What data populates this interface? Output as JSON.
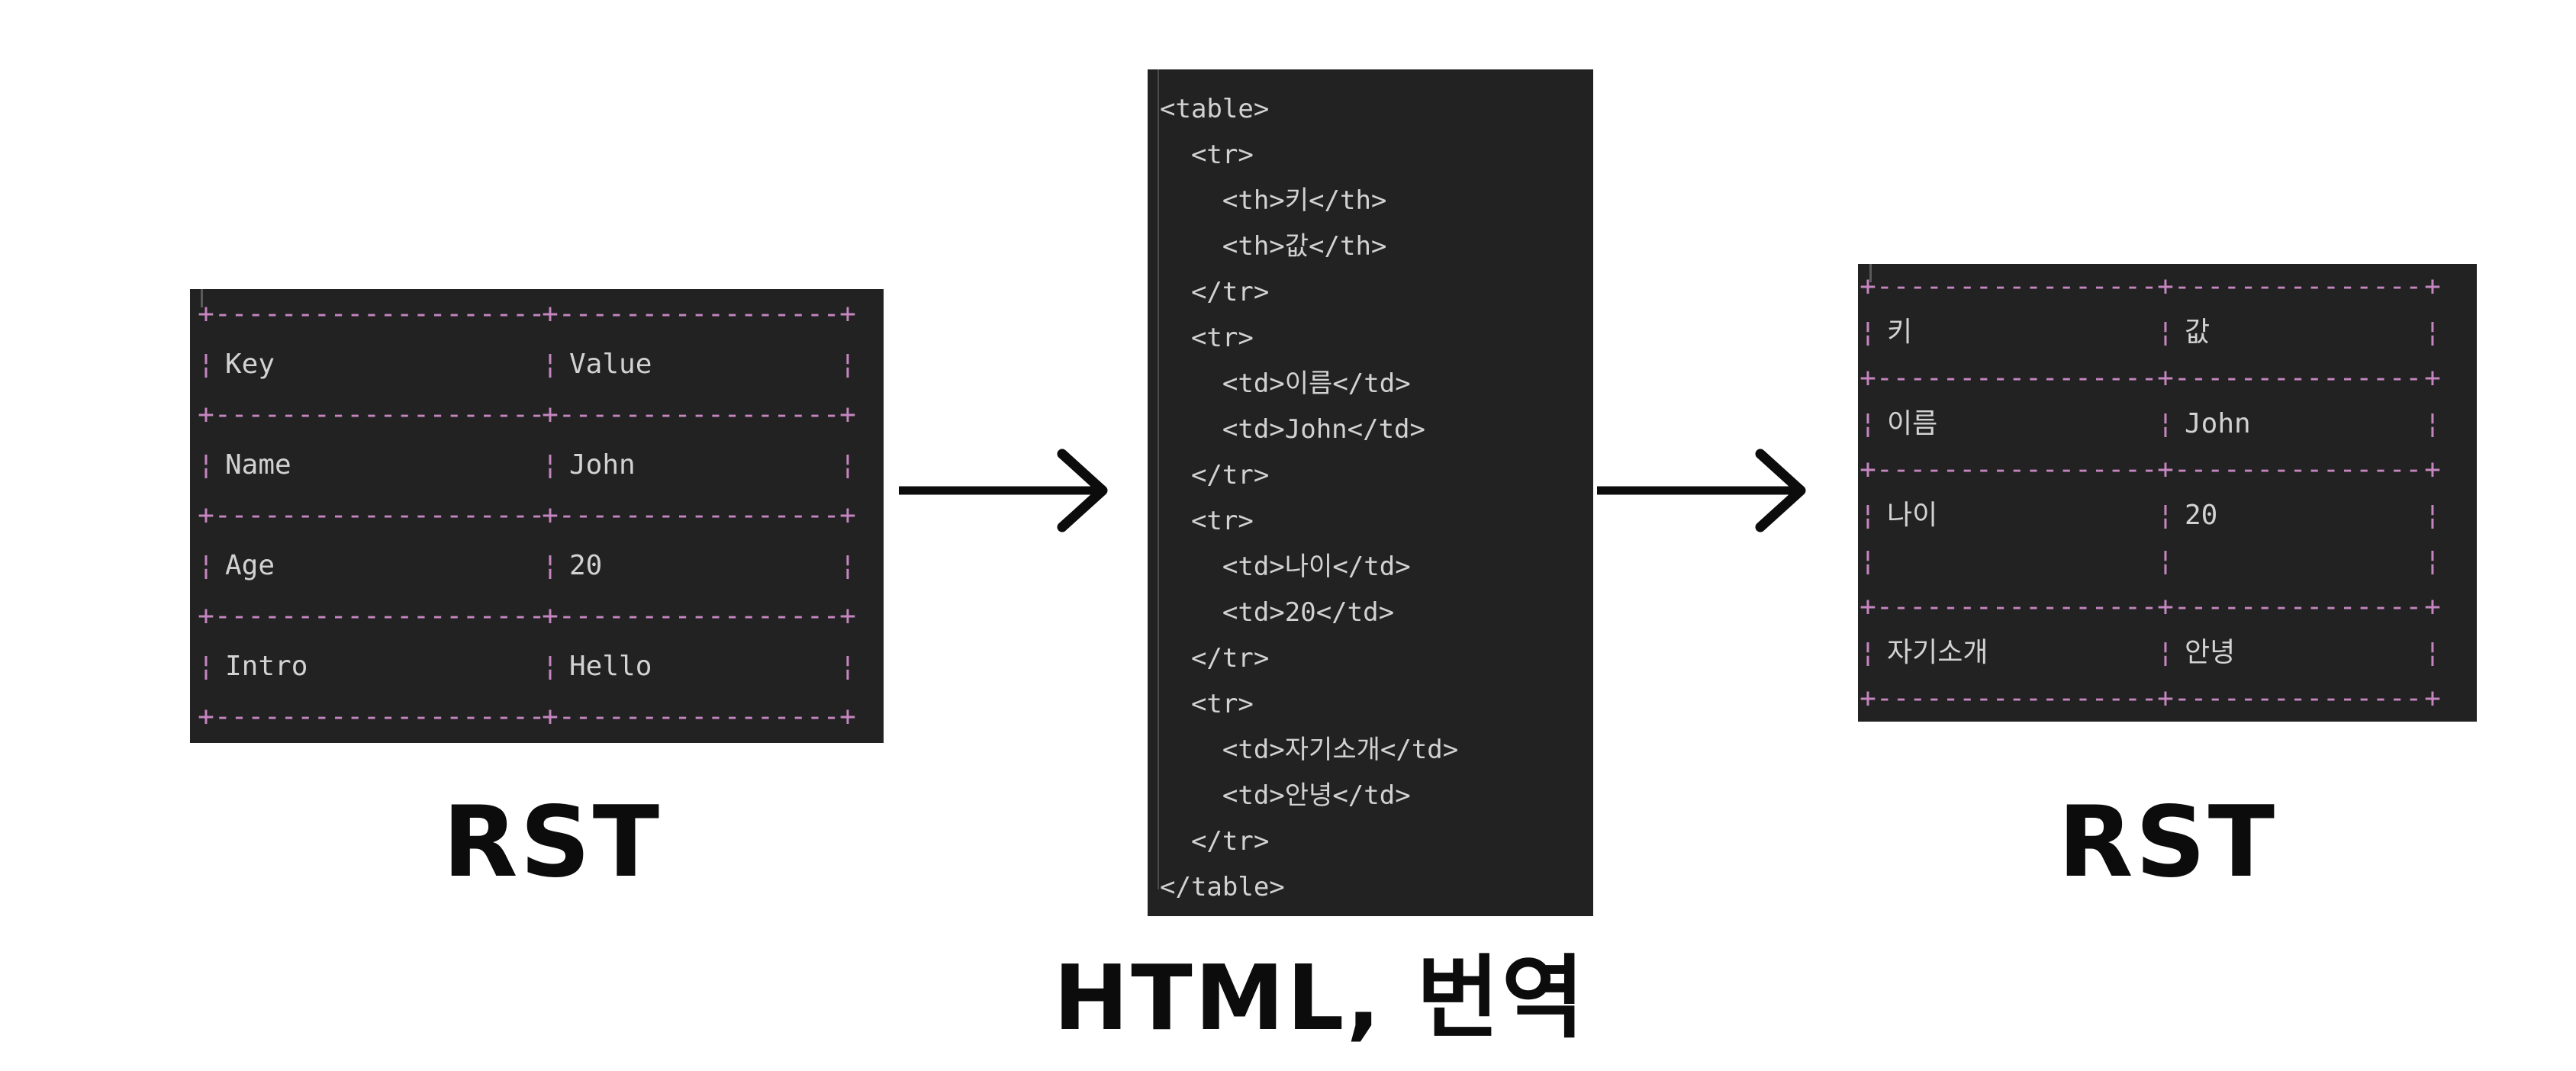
{
  "diagram": {
    "left": {
      "label": "RST",
      "rows": [
        [
          "Key",
          "Value"
        ],
        [
          "Name",
          "John"
        ],
        [
          "Age",
          "20"
        ],
        [
          "Intro",
          "Hello"
        ]
      ]
    },
    "code": {
      "label": "HTML, 번역",
      "lines": [
        "<table>",
        "  <tr>",
        "    <th>키</th>",
        "    <th>값</th>",
        "  </tr>",
        "  <tr>",
        "    <td>이름</td>",
        "    <td>John</td>",
        "  </tr>",
        "  <tr>",
        "    <td>나이</td>",
        "    <td>20</td>",
        "  </tr>",
        "  <tr>",
        "    <td>자기소개</td>",
        "    <td>안녕</td>",
        "  </tr>",
        "</table>"
      ]
    },
    "right": {
      "label": "RST",
      "rows": [
        [
          "키",
          "값"
        ],
        [
          "이름",
          "John"
        ],
        [
          "나이",
          "20"
        ],
        [
          "자기소개",
          "안녕"
        ]
      ]
    },
    "glyphs": {
      "junction": "+",
      "dashes": "------------------------------------------------------------",
      "pipe": "¦"
    },
    "colors": {
      "page_bg": "#ffffff",
      "panel_bg": "#222223",
      "accent_pink": "#c586c0",
      "text_light": "#d2d2d2",
      "arrow_black": "#0c0c0c"
    }
  }
}
